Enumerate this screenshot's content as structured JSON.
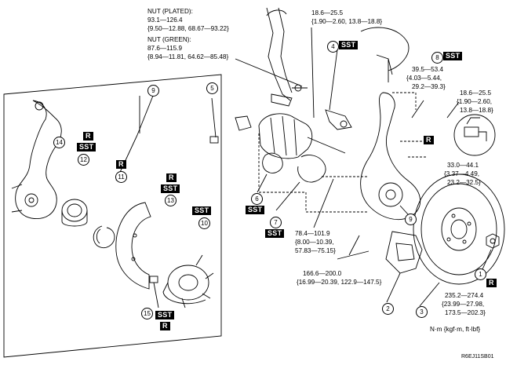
{
  "torques": {
    "nut_plated_title": "NUT (PLATED):",
    "nut_plated_value": "93.1—126.4",
    "nut_plated_units": "{9.50—12.88, 68.67—93.22}",
    "nut_green_title": "NUT (GREEN):",
    "nut_green_value": "87.6—115.9",
    "nut_green_units": "{8.94—11.81, 64.62—85.48}",
    "t1_value": "18.6—25.5",
    "t1_units": "{1.90—2.60, 13.8—18.8}",
    "t2_l1": "39.5—53.4",
    "t2_l2": "{4.03—5.44,",
    "t2_l3": "29.2—39.3}",
    "t3_l1": "18.6—25.5",
    "t3_l2": "{1.90—2.60,",
    "t3_l3": "13.8—18.8}",
    "t4_l1": "33.0—44.1",
    "t4_l2": "{3.37—4.49,",
    "t4_l3": "23.2—32.5}",
    "t5_l1": "78.4—101.9",
    "t5_l2": "{8.00—10.39,",
    "t5_l3": "57.83—75.15}",
    "t6_l1": "166.6—200.0",
    "t6_l2": "{16.99—20.39, 122.9—147.5}",
    "t7_l1": "235.2—274.4",
    "t7_l2": "{23.99—27.98,",
    "t7_l3": "173.5—202.3}"
  },
  "badges": {
    "sst": "SST",
    "r": "R"
  },
  "numbers": {
    "n1": "1",
    "n2": "2",
    "n3": "3",
    "n4": "4",
    "n5": "5",
    "n6": "6",
    "n7": "7",
    "n8": "8",
    "n9": "9",
    "n9b": "9",
    "n10": "10",
    "n11": "11",
    "n12": "12",
    "n13": "13",
    "n14": "14",
    "n15": "15"
  },
  "units_note": "N·m {kgf·m, ft·lbf}",
  "figure_code": "R6EJ11SB01"
}
